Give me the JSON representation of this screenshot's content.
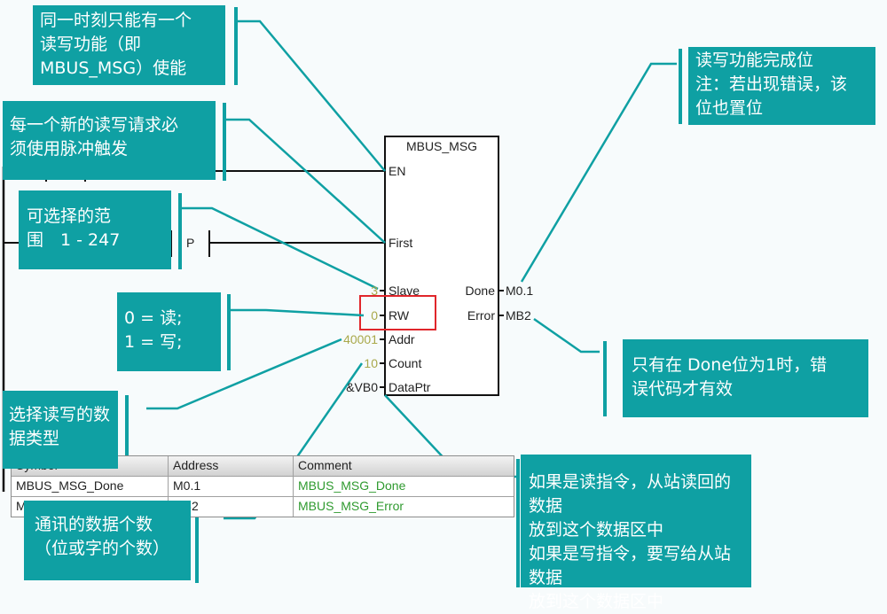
{
  "block": {
    "title": "MBUS_MSG",
    "inputs": [
      {
        "pin": "EN",
        "value": ""
      },
      {
        "pin": "First",
        "value": ""
      },
      {
        "pin": "Slave",
        "value": "3"
      },
      {
        "pin": "RW",
        "value": "0"
      },
      {
        "pin": "Addr",
        "value": "40001"
      },
      {
        "pin": "Count",
        "value": "10"
      },
      {
        "pin": "DataPtr",
        "value": "&VB0"
      }
    ],
    "outputs": [
      {
        "pin": "Done",
        "value": "M0.1"
      },
      {
        "pin": "Error",
        "value": "MB2"
      }
    ],
    "contact_label": "P",
    "highlight_pin": "RW"
  },
  "callouts": {
    "enable": "同一时刻只能有一个\n读写功能（即\nMBUS_MSG）使能",
    "first": "每一个新的读写请求必\n须使用脉冲触发",
    "slave": "可选择的范\n围　1 - 247",
    "rw": "0 = 读;\n1 = 写;",
    "addr": "选择读写的数\n据类型",
    "count": "通讯的数据个数\n（位或字的个数）",
    "done": "读写功能完成位\n注：若出现错误，该\n位也置位",
    "error": "只有在 Done位为1时，错\n误代码才有效",
    "dataptr": "如果是读指令，从站读回的数据\n放到这个数据区中\n如果是写指令，要写给从站数据\n放到这个数据区中"
  },
  "symbol_table": {
    "headers": [
      "Symbol",
      "Address",
      "Comment"
    ],
    "rows": [
      [
        "MBUS_MSG_Done",
        "M0.1",
        "MBUS_MSG_Done"
      ],
      [
        "MBUS_MSG_Error",
        "MB2",
        "MBUS_MSG_Error"
      ]
    ]
  },
  "colors": {
    "callout": "#0fa0a3",
    "leader": "#0fa0a3",
    "highlight": "#e0262b",
    "value_text": "#a9a84a",
    "comment_text": "#2f9a2f"
  }
}
